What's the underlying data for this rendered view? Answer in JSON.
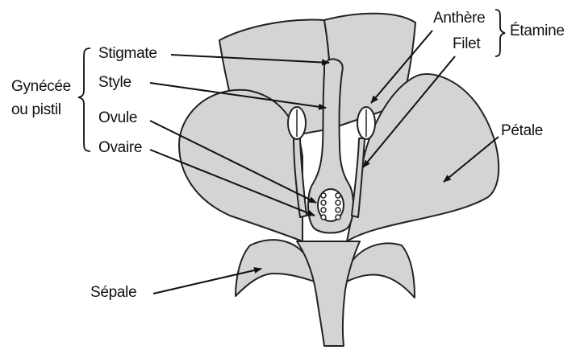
{
  "labels": {
    "stigmate": "Stigmate",
    "style": "Style",
    "ovule": "Ovule",
    "ovaire": "Ovaire",
    "gynecee_line1": "Gynécée",
    "gynecee_line2": "ou pistil",
    "anthere": "Anthère",
    "filet": "Filet",
    "etamine": "Étamine",
    "petale": "Pétale",
    "sepale": "Sépale"
  },
  "colors": {
    "fill": "#d4d4d4",
    "stroke": "#222222",
    "text": "#111111"
  }
}
